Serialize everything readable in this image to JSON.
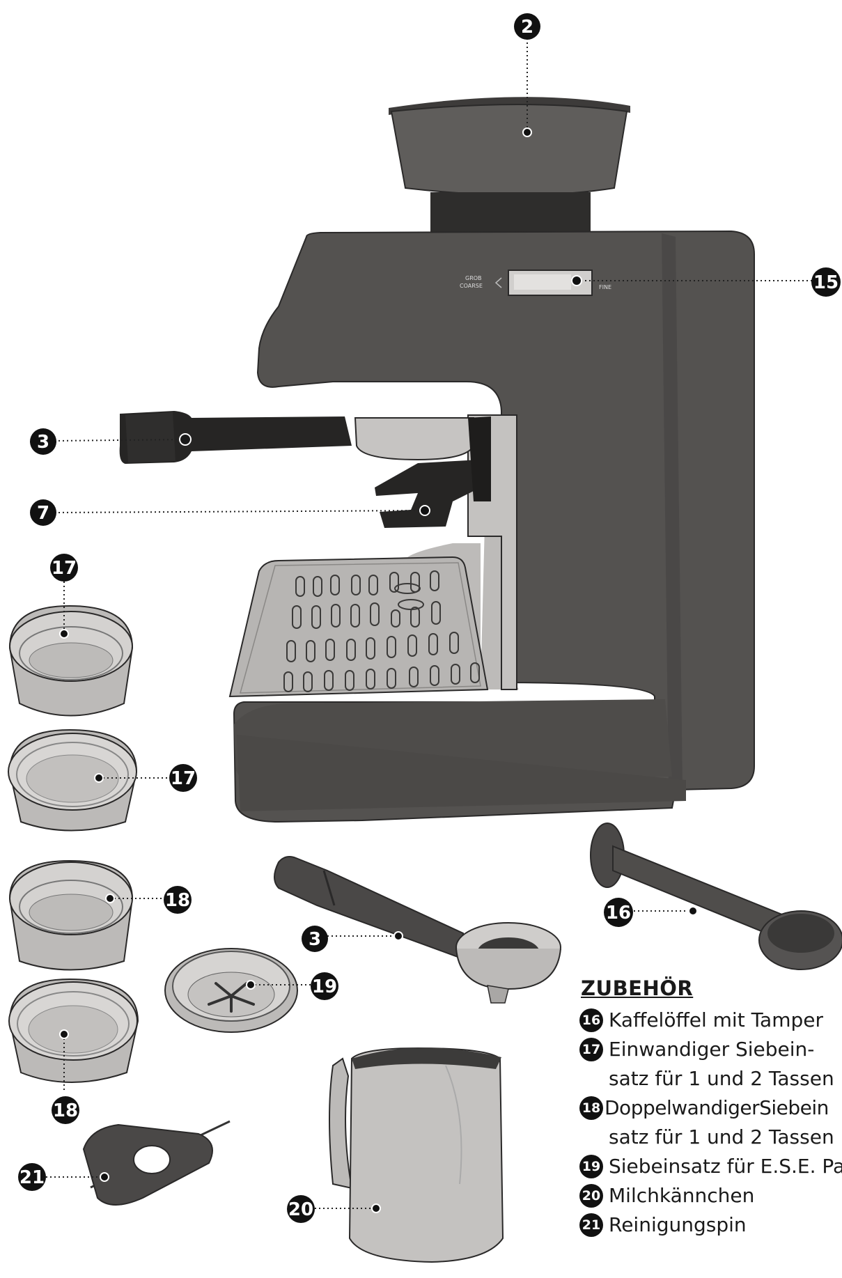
{
  "diagram": {
    "callouts": [
      {
        "id": "c2-top",
        "label": "2"
      },
      {
        "id": "c15",
        "label": "15"
      },
      {
        "id": "c3-machine",
        "label": "3"
      },
      {
        "id": "c7",
        "label": "7"
      },
      {
        "id": "c17-top",
        "label": "17"
      },
      {
        "id": "c17-mid",
        "label": "17"
      },
      {
        "id": "c18-a",
        "label": "18"
      },
      {
        "id": "c18-b",
        "label": "18"
      },
      {
        "id": "c3-portafilter",
        "label": "3"
      },
      {
        "id": "c19",
        "label": "19"
      },
      {
        "id": "c16",
        "label": "16"
      },
      {
        "id": "c21",
        "label": "21"
      },
      {
        "id": "c20",
        "label": "20"
      }
    ],
    "grind_labels": {
      "coarse_de": "GROB",
      "coarse_en": "COARSE",
      "fine": "FINE"
    }
  },
  "legend": {
    "title": "ZUBEHÖR",
    "items": [
      {
        "num": "16",
        "lines": [
          "Kaffelöffel mit Tamper"
        ]
      },
      {
        "num": "17",
        "lines": [
          "Einwandiger Siebein-",
          "satz für 1 und 2 Tassen"
        ]
      },
      {
        "num": "18",
        "lines": [
          "DoppelwandigerSiebein",
          "satz für 1 und 2 Tassen"
        ]
      },
      {
        "num": "19",
        "lines": [
          "Siebeinsatz für E.S.E. Pa"
        ]
      },
      {
        "num": "20",
        "lines": [
          "Milchkännchen"
        ]
      },
      {
        "num": "21",
        "lines": [
          "Reinigungspin"
        ]
      }
    ]
  }
}
